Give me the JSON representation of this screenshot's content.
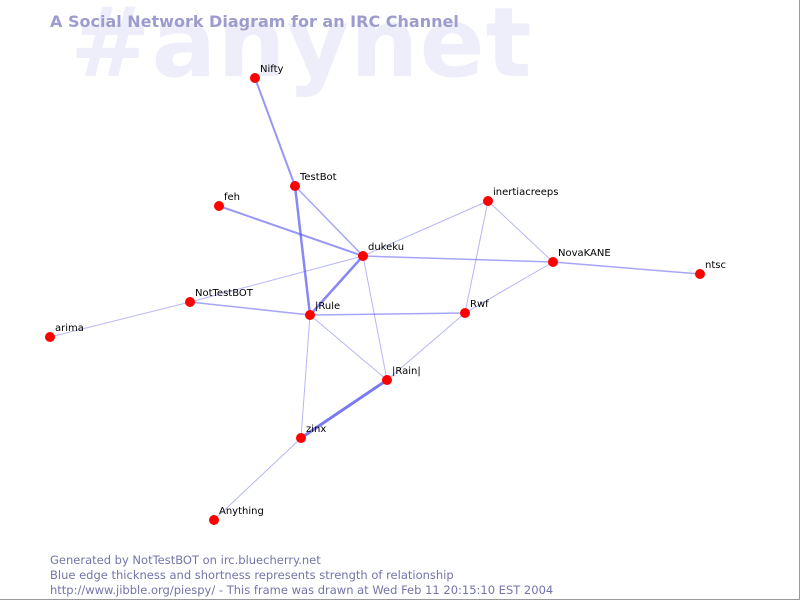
{
  "watermark": "#anynet",
  "title": "A Social Network Diagram for an IRC Channel",
  "footer": {
    "line1": "Generated by NotTestBOT on irc.bluecherry.net",
    "line2": "Blue edge thickness and shortness represents strength of relationship",
    "line3": "http://www.jibble.org/piespy/ - This frame was drawn at Wed Feb 11 20:15:10 EST 2004"
  },
  "colors": {
    "node": "#ff0000",
    "edge": "#5555ee",
    "title": "#9c9cce",
    "watermark": "#eeeefb",
    "footer": "#7474aa"
  },
  "graph": {
    "nodes": [
      {
        "id": "Nifty",
        "label": "Nifty"
      },
      {
        "id": "TestBot",
        "label": "TestBot"
      },
      {
        "id": "feh",
        "label": "feh"
      },
      {
        "id": "inertiacreeps",
        "label": "inertiacreeps"
      },
      {
        "id": "dukeku",
        "label": "dukeku"
      },
      {
        "id": "NovaKANE",
        "label": "NovaKANE"
      },
      {
        "id": "ntsc",
        "label": "ntsc"
      },
      {
        "id": "NotTestBOT",
        "label": "NotTestBOT"
      },
      {
        "id": "Rwf",
        "label": "Rwf"
      },
      {
        "id": "arima",
        "label": "arima"
      },
      {
        "id": "IRule",
        "label": "|Rule"
      },
      {
        "id": "IRainI",
        "label": "|Rain|"
      },
      {
        "id": "zinx",
        "label": "zinx"
      },
      {
        "id": "Anything",
        "label": "Anything"
      }
    ],
    "edges": [
      {
        "source": "Nifty",
        "target": "TestBot",
        "strength": 2
      },
      {
        "source": "TestBot",
        "target": "dukeku",
        "strength": 1.5
      },
      {
        "source": "TestBot",
        "target": "IRule",
        "strength": 2.5
      },
      {
        "source": "feh",
        "target": "dukeku",
        "strength": 2
      },
      {
        "source": "dukeku",
        "target": "inertiacreeps",
        "strength": 1
      },
      {
        "source": "dukeku",
        "target": "NovaKANE",
        "strength": 1.5
      },
      {
        "source": "dukeku",
        "target": "NotTestBOT",
        "strength": 1
      },
      {
        "source": "dukeku",
        "target": "IRule",
        "strength": 2.5
      },
      {
        "source": "dukeku",
        "target": "IRainI",
        "strength": 1
      },
      {
        "source": "inertiacreeps",
        "target": "NovaKANE",
        "strength": 1
      },
      {
        "source": "inertiacreeps",
        "target": "Rwf",
        "strength": 1
      },
      {
        "source": "NovaKANE",
        "target": "ntsc",
        "strength": 1.5
      },
      {
        "source": "NovaKANE",
        "target": "Rwf",
        "strength": 1
      },
      {
        "source": "NotTestBOT",
        "target": "IRule",
        "strength": 1.5
      },
      {
        "source": "NotTestBOT",
        "target": "arima",
        "strength": 1
      },
      {
        "source": "IRule",
        "target": "Rwf",
        "strength": 1.5
      },
      {
        "source": "IRule",
        "target": "IRainI",
        "strength": 1
      },
      {
        "source": "IRule",
        "target": "zinx",
        "strength": 1
      },
      {
        "source": "Rwf",
        "target": "IRainI",
        "strength": 1
      },
      {
        "source": "IRainI",
        "target": "zinx",
        "strength": 3
      },
      {
        "source": "zinx",
        "target": "Anything",
        "strength": 1
      }
    ]
  }
}
